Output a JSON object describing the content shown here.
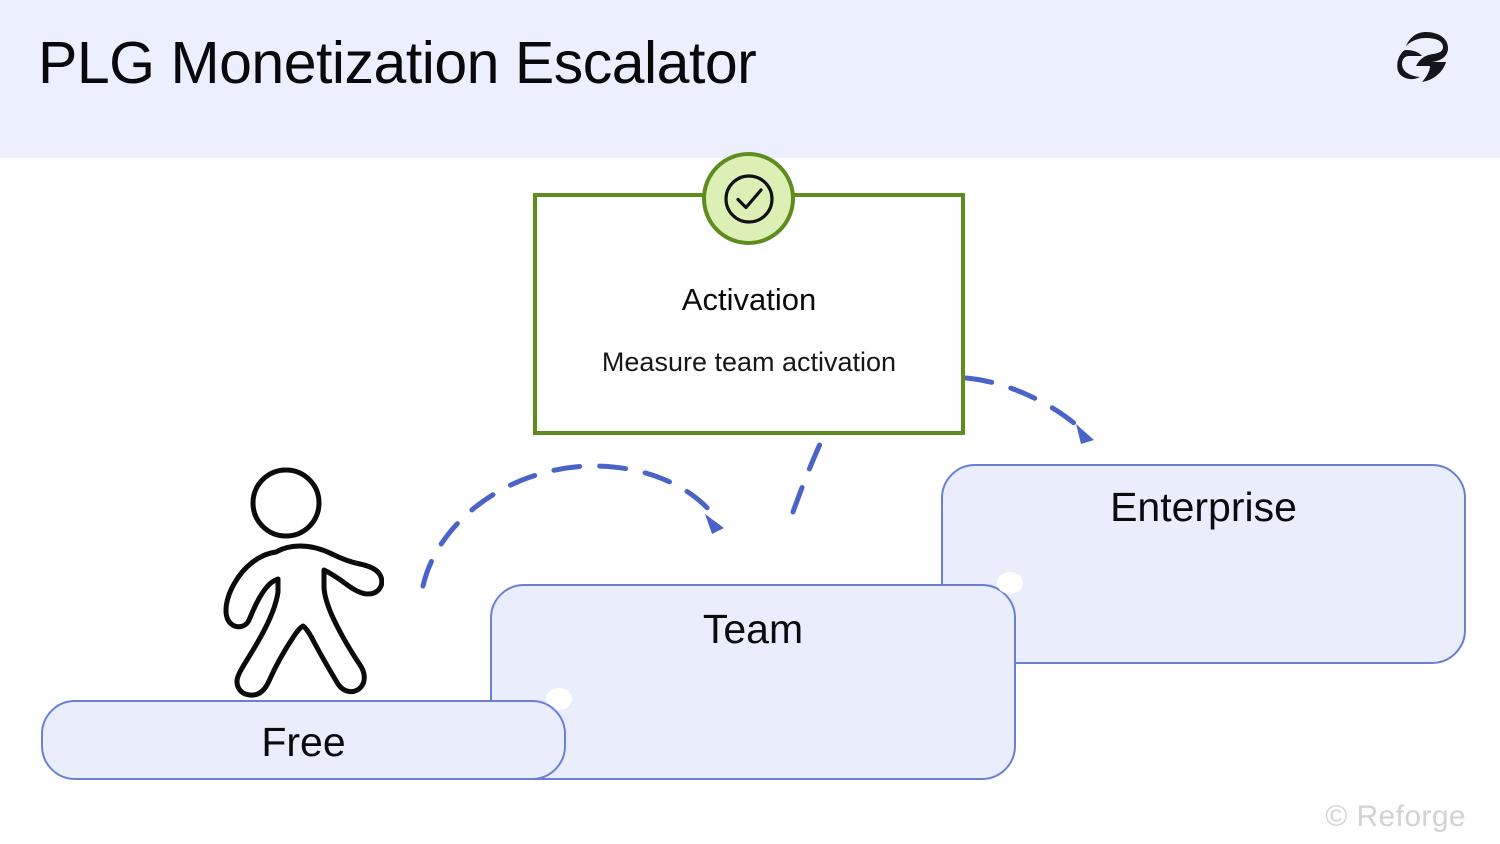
{
  "header": {
    "title": "PLG Monetization Escalator",
    "background_color": "#eceffd",
    "logo_name": "reforge-logo"
  },
  "footer": {
    "credit": "© Reforge"
  },
  "colors": {
    "step_fill": "#eaeefc",
    "step_border": "#6b7fd6",
    "arrow": "#4a63c8",
    "callout_border": "#5e8c1e",
    "badge_fill": "#dcefb5",
    "title_text": "#08090c",
    "footer_text": "#d2d2d2"
  },
  "diagram": {
    "type": "escalator-staircase",
    "steps": [
      {
        "id": "free",
        "label": "Free",
        "level": 1
      },
      {
        "id": "team",
        "label": "Team",
        "level": 2
      },
      {
        "id": "enterprise",
        "label": "Enterprise",
        "level": 3
      }
    ],
    "actor": {
      "name": "walking-person",
      "position": "on-free-step"
    },
    "callout": {
      "title": "Activation",
      "subtitle": "Measure team activation",
      "icon": "check-circle-icon",
      "badge_color": "#dcefb5",
      "border_color": "#5e8c1e"
    },
    "arrows": [
      {
        "id": "free-to-team",
        "from": "free",
        "to": "team",
        "style": "dashed-curved",
        "color": "#4a63c8"
      },
      {
        "id": "team-to-enterprise",
        "from": "team",
        "to": "enterprise",
        "style": "dashed-curved",
        "color": "#4a63c8"
      }
    ]
  }
}
